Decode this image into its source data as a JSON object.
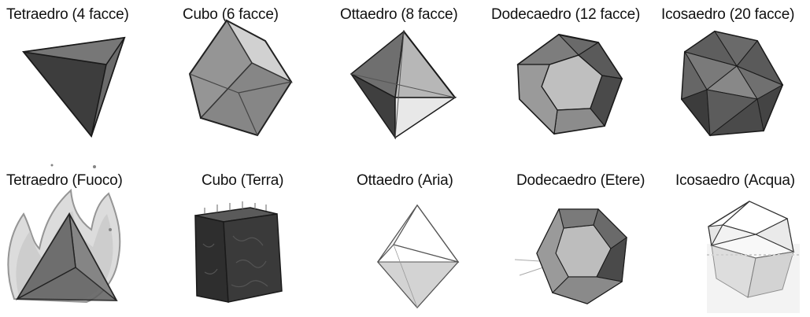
{
  "row_top": [
    {
      "label": "Tetraedro (4 facce)"
    },
    {
      "label": "Cubo (6 facce)"
    },
    {
      "label": "Ottaedro (8 facce)"
    },
    {
      "label": "Dodecaedro (12 facce)"
    },
    {
      "label": "Icosaedro (20 facce)"
    }
  ],
  "row_bottom": [
    {
      "label": "Tetraedro (Fuoco)"
    },
    {
      "label": "Cubo (Terra)"
    },
    {
      "label": "Ottaedro (Aria)"
    },
    {
      "label": "Dodecaedro (Etere)"
    },
    {
      "label": "Icosaedro (Acqua)"
    }
  ],
  "colors": {
    "dark": "#2b2b2b",
    "mid_dark": "#555555",
    "mid": "#7d7d7d",
    "light": "#b5b5b5",
    "pale": "#d9d9d9",
    "white": "#ffffff",
    "edge": "#1a1a1a"
  }
}
